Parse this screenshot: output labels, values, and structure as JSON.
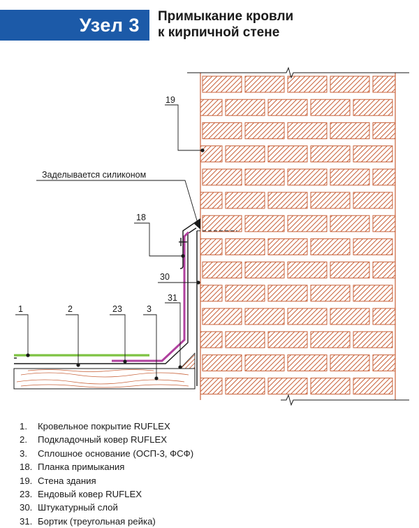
{
  "header": {
    "node_label": "Узел 3",
    "title_line1": "Примыкание кровли",
    "title_line2": "к кирпичной стене"
  },
  "callouts": {
    "c19": "19",
    "c18": "18",
    "c30": "30",
    "c31": "31",
    "c1": "1",
    "c2": "2",
    "c23": "23",
    "c3": "3",
    "sealant_note": "Заделывается силиконом"
  },
  "legend": [
    {
      "num": "1.",
      "text": "Кровельное покрытие RUFLEX"
    },
    {
      "num": "2.",
      "text": "Подкладочный ковер RUFLEX"
    },
    {
      "num": "3.",
      "text": "Сплошное основание (ОСП-3, ФСФ)"
    },
    {
      "num": "18.",
      "text": "Планка примыкания"
    },
    {
      "num": "19.",
      "text": "Стена здания"
    },
    {
      "num": "23.",
      "text": "Ендовый ковер RUFLEX"
    },
    {
      "num": "30.",
      "text": "Штукатурный слой"
    },
    {
      "num": "31.",
      "text": "Бортик (треугольная рейка)"
    }
  ],
  "colors": {
    "badge": "#1c5aa8",
    "brick_line": "#c8623a",
    "roof_covering": "#7dc242",
    "valley_carpet": "#b0409e",
    "wood": "#c8623a"
  }
}
